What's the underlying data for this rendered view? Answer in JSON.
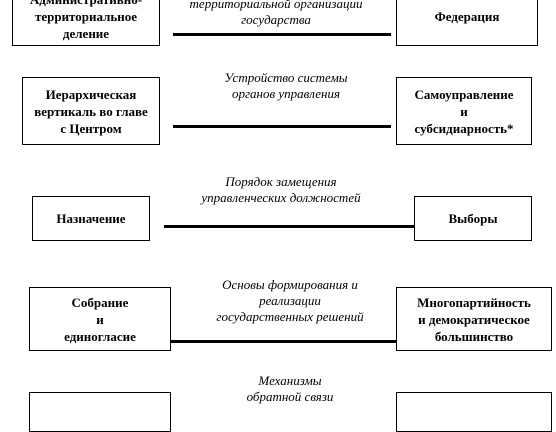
{
  "rows": [
    {
      "left": "Административно-\nтерриториальное\nделение",
      "label": "территориальной организации\nгосударства",
      "right": "Федерация"
    },
    {
      "left": "Иерархическая\nвертикаль во главе\nс Центром",
      "label": "Устройство системы\nорганов  управления",
      "right": "Самоуправление\nи\nсубсидиарность*"
    },
    {
      "left": "Назначение",
      "label": "Порядок  замещения\nуправленческих должностей",
      "right": "Выборы"
    },
    {
      "left": "Собрание\nи\nединогласие",
      "label": "Основы формирования и\nреализации\nгосударственных решений",
      "right": "Многопартийность\nи демократическое\nбольшинство"
    },
    {
      "left": "",
      "label": "Механизмы\nобратной связи",
      "right": ""
    }
  ]
}
